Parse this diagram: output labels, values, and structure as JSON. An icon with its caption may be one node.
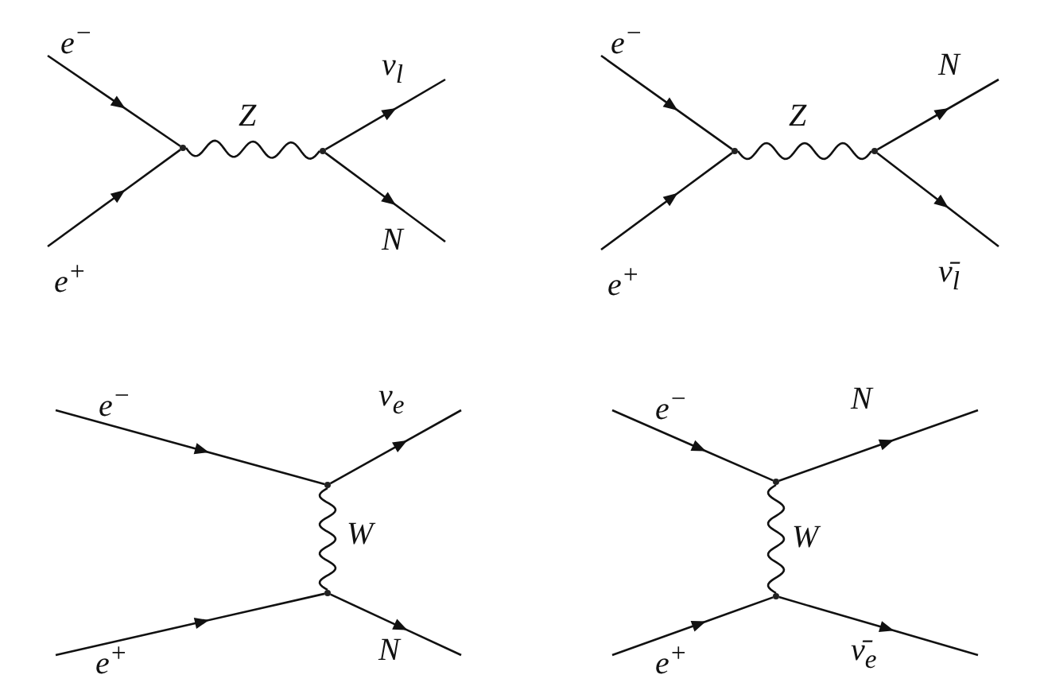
{
  "diagram": {
    "nodes": [
      {
        "text": [],
        "shape": "point"
      },
      {
        "text": [],
        "shape": "point"
      },
      {
        "text": [],
        "shape": "point"
      },
      {
        "text": [],
        "shape": "point"
      },
      {
        "text": [],
        "shape": "point"
      },
      {
        "text": [],
        "shape": "point"
      },
      {
        "text": [],
        "shape": "point"
      },
      {
        "text": [],
        "shape": "point"
      }
    ],
    "edges": [
      {
        "from": null,
        "to": 0,
        "arrow": "to",
        "label": "e$^{−}$"
      },
      {
        "from": null,
        "to": 0,
        "arrow": "to",
        "label": "e$^{+}$"
      },
      {
        "from": 0,
        "to": 1,
        "arrow": "none",
        "label": "Z"
      },
      {
        "from": 1,
        "to": null,
        "arrow": "to",
        "label": "ν$_{l}$"
      },
      {
        "from": 1,
        "to": null,
        "arrow": "to",
        "label": "N"
      },
      {
        "from": null,
        "to": 2,
        "arrow": "to",
        "label": "e$^{−}$"
      },
      {
        "from": null,
        "to": 2,
        "arrow": "to",
        "label": "e$^{+}$"
      },
      {
        "from": 2,
        "to": 3,
        "arrow": "none",
        "label": "Z"
      },
      {
        "from": 3,
        "to": null,
        "arrow": "to",
        "label": "N"
      },
      {
        "from": 3,
        "to": null,
        "arrow": "to",
        "label": "ν̄$_{l}$"
      },
      {
        "from": null,
        "to": 4,
        "arrow": "to",
        "label": "e$^{−}$"
      },
      {
        "from": 4,
        "to": null,
        "arrow": "to",
        "label": "ν$_{e}$"
      },
      {
        "from": 4,
        "to": 5,
        "arrow": "none",
        "label": "W"
      },
      {
        "from": null,
        "to": 5,
        "arrow": "to",
        "label": "e$^{+}$"
      },
      {
        "from": 5,
        "to": null,
        "arrow": "to",
        "label": "N"
      },
      {
        "from": null,
        "to": 6,
        "arrow": "to",
        "label": "e$^{−}$"
      },
      {
        "from": 6,
        "to": null,
        "arrow": "to",
        "label": "N"
      },
      {
        "from": 6,
        "to": 7,
        "arrow": "none",
        "label": "W"
      },
      {
        "from": null,
        "to": 7,
        "arrow": "to",
        "label": "e$^{+}$"
      },
      {
        "from": 7,
        "to": null,
        "arrow": "to",
        "label": "ν̄$_{e}$"
      }
    ]
  }
}
